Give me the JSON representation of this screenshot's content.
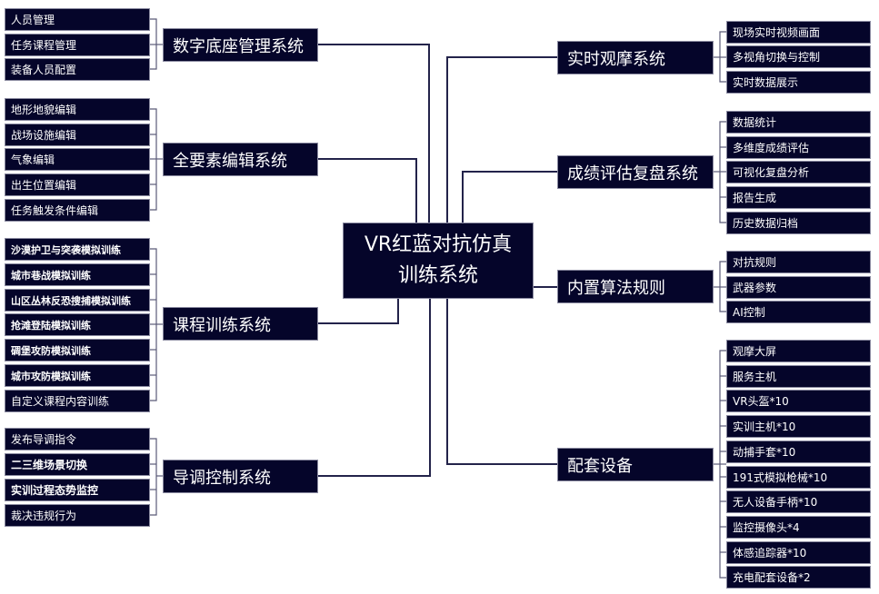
{
  "center": {
    "title": "VR红蓝对抗仿真训练系统"
  },
  "left_systems": [
    {
      "label": "数字底座管理系统",
      "items": [
        {
          "label": "人员管理",
          "bold": false
        },
        {
          "label": "任务课程管理",
          "bold": false
        },
        {
          "label": "装备人员配置",
          "bold": false
        }
      ]
    },
    {
      "label": "全要素编辑系统",
      "items": [
        {
          "label": "地形地貌编辑",
          "bold": false
        },
        {
          "label": "战场设施编辑",
          "bold": false
        },
        {
          "label": "气象编辑",
          "bold": false
        },
        {
          "label": "出生位置编辑",
          "bold": false
        },
        {
          "label": "任务触发条件编辑",
          "bold": false
        }
      ]
    },
    {
      "label": "课程训练系统",
      "items": [
        {
          "label": "沙漠护卫与突袭模拟训练",
          "bold": true
        },
        {
          "label": "城市巷战模拟训练",
          "bold": true
        },
        {
          "label": "山区丛林反恐搜捕模拟训练",
          "bold": true
        },
        {
          "label": "抢滩登陆模拟训练",
          "bold": true
        },
        {
          "label": "碉堡攻防模拟训练",
          "bold": true
        },
        {
          "label": "城市攻防模拟训练",
          "bold": true
        },
        {
          "label": "自定义课程内容训练",
          "bold": false
        }
      ]
    },
    {
      "label": "导调控制系统",
      "items": [
        {
          "label": "发布导调指令",
          "bold": false
        },
        {
          "label": "二三维场景切换",
          "bold": true
        },
        {
          "label": "实训过程态势监控",
          "bold": true
        },
        {
          "label": "裁决违规行为",
          "bold": false
        }
      ]
    }
  ],
  "right_systems": [
    {
      "label": "实时观摩系统",
      "items": [
        {
          "label": "现场实时视频画面"
        },
        {
          "label": "多视角切换与控制"
        },
        {
          "label": "实时数据展示"
        }
      ]
    },
    {
      "label": "成绩评估复盘系统",
      "items": [
        {
          "label": "数据统计"
        },
        {
          "label": "多维度成绩评估"
        },
        {
          "label": "可视化复盘分析"
        },
        {
          "label": "报告生成"
        },
        {
          "label": "历史数据归档"
        }
      ]
    },
    {
      "label": "内置算法规则",
      "items": [
        {
          "label": "对抗规则"
        },
        {
          "label": "武器参数"
        },
        {
          "label": "AI控制"
        }
      ]
    },
    {
      "label": "配套设备",
      "items": [
        {
          "label": "观摩大屏"
        },
        {
          "label": "服务主机"
        },
        {
          "label": "VR头盔*10"
        },
        {
          "label": "实训主机*10"
        },
        {
          "label": "动捕手套*10"
        },
        {
          "label": "191式模拟枪械*10"
        },
        {
          "label": "无人设备手柄*10"
        },
        {
          "label": "监控摄像头*4"
        },
        {
          "label": "体感追踪器*10"
        },
        {
          "label": "充电配套设备*2"
        }
      ]
    }
  ],
  "colors": {
    "box": "#05052a",
    "line": "#23234a",
    "text": "#ffffff"
  }
}
